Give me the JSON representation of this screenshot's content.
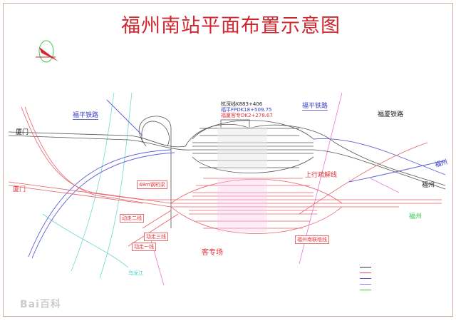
{
  "title": "福州南站平面布置示意图",
  "station_mileage": [
    "杭深线K883+406",
    "福平FPDK18+509.75",
    "福厦客专DK2+278.67"
  ],
  "labels": {
    "fuping_left": "福平铁路",
    "fuping_right": "福平铁路",
    "fuxia": "福厦铁路",
    "xiamen_top": "厦门",
    "xiamen_bottom": "厦门",
    "fuzhou_blue": "福州",
    "fuzhou_black": "福州",
    "fuzhou_green": "福州",
    "upline": "上行疏解线",
    "bridge": "48m钢桁梁",
    "dz2": "动走二线",
    "dz3": "动走三线",
    "dz1": "动走一线",
    "passenger_yard": "客专场",
    "liaison": "福州南联络线",
    "river": "乌龙江"
  },
  "colors": {
    "title": "#d0262e",
    "red_tracks": "#e8505a",
    "blue_tracks": "#4a4ad0",
    "gray_tracks": "#555555",
    "note": "#e040d0",
    "river": "#3fc8c8"
  },
  "watermark": "Bai百科",
  "legend": [
    {
      "color": "#333333"
    },
    {
      "color": "#e8505a"
    },
    {
      "color": "#4a4ad0"
    },
    {
      "color": "#8888dd"
    },
    {
      "color": "#3cc84a"
    }
  ]
}
